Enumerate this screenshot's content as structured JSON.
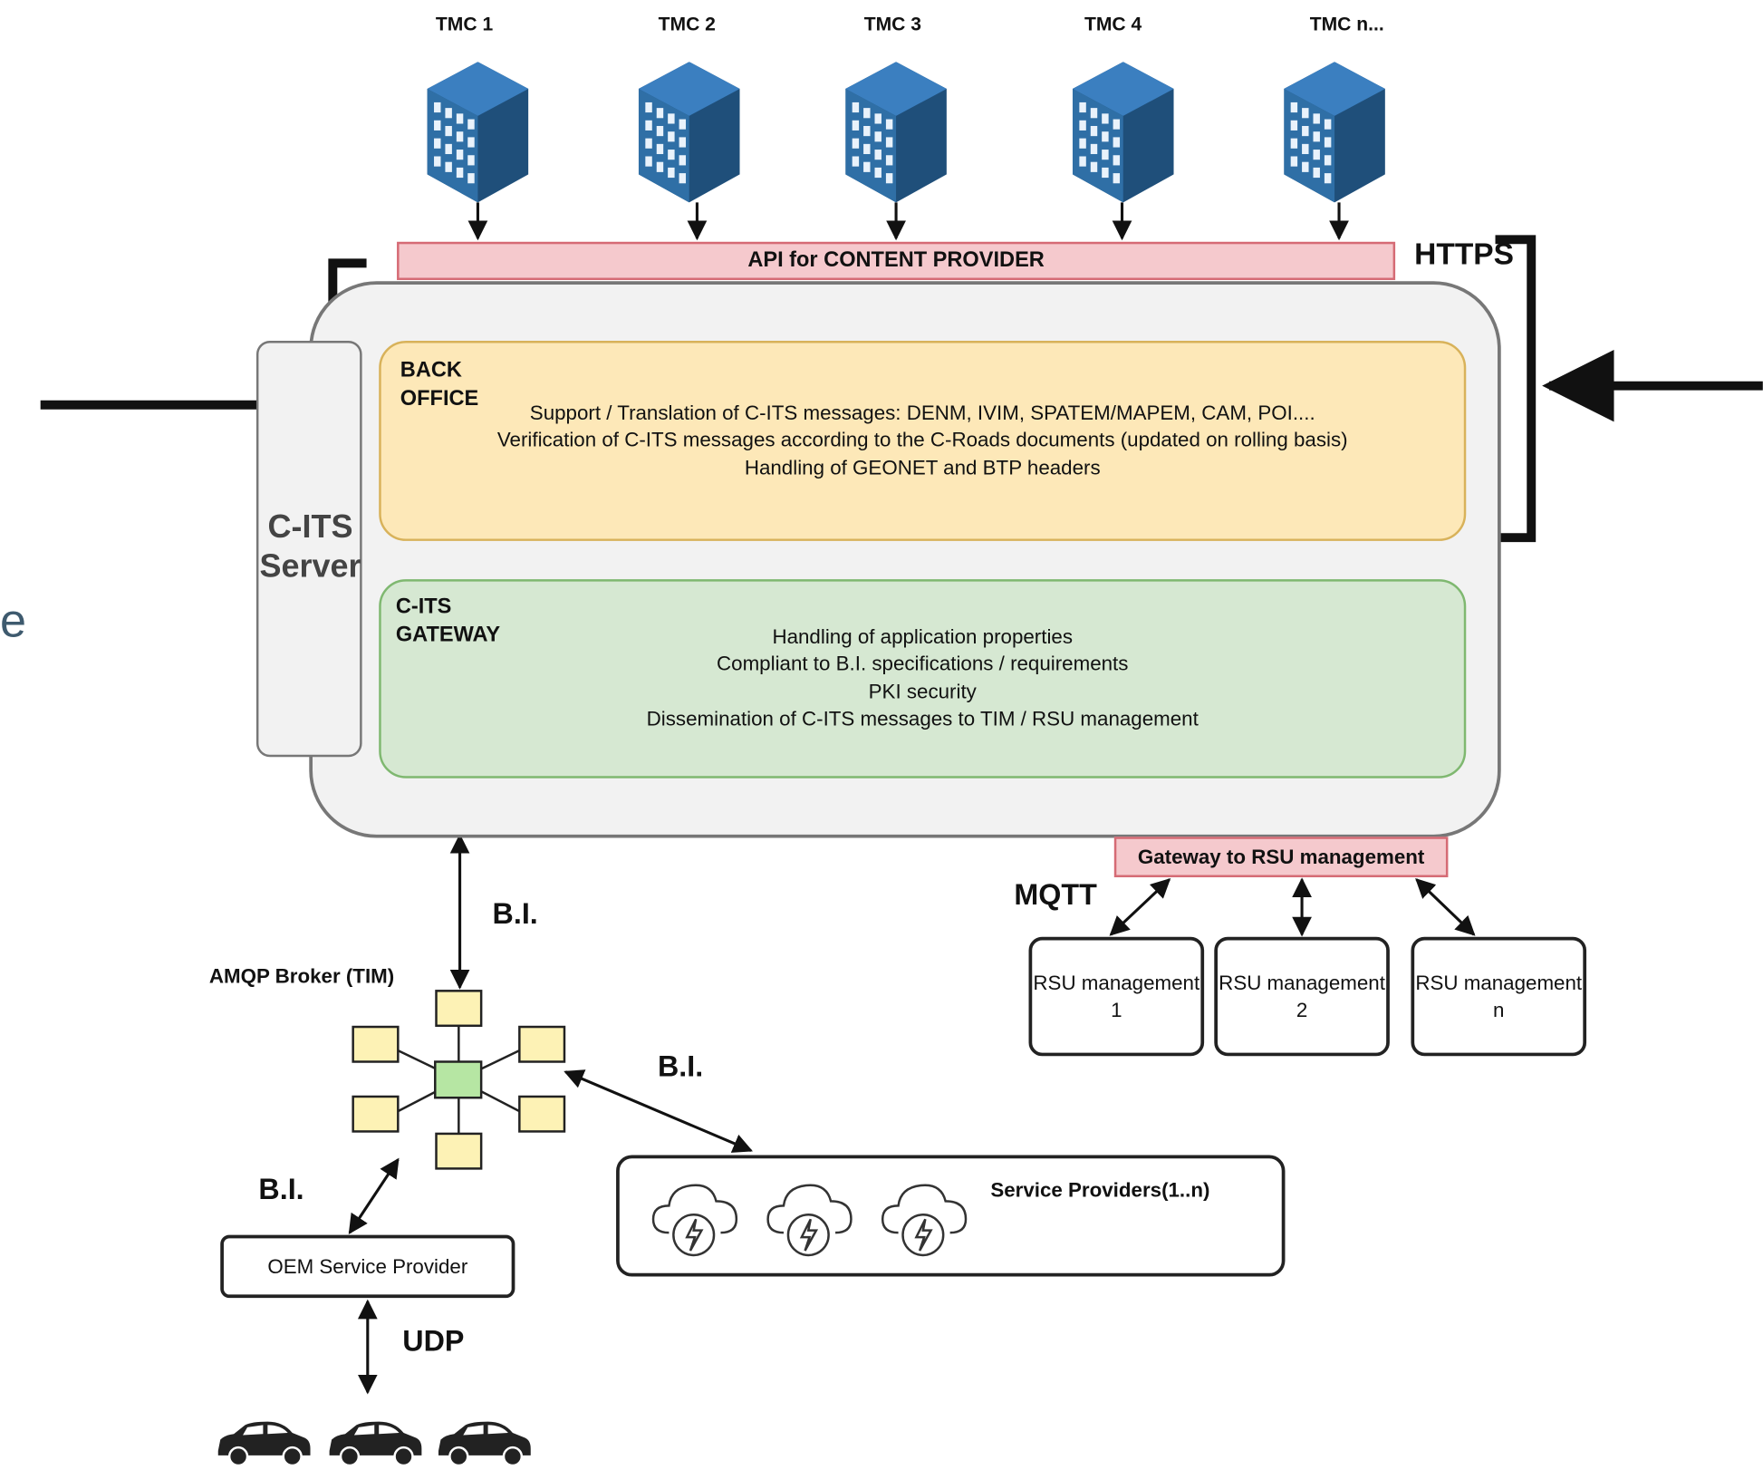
{
  "tmcs": [
    "TMC 1",
    "TMC 2",
    "TMC 3",
    "TMC 4",
    "TMC n..."
  ],
  "api_bar": "API for CONTENT PROVIDER",
  "https_label": "HTTPS",
  "server_label": "C-ITS Server",
  "back_office": {
    "title": "BACK OFFICE",
    "lines": [
      "Support / Translation of C-ITS messages: DENM, IVIM, SPATEM/MAPEM, CAM, POI....",
      "Verification of C-ITS messages according to the C-Roads documents (updated on rolling basis)",
      "Handling of GEONET and BTP headers"
    ]
  },
  "gateway": {
    "title": "C-ITS GATEWAY",
    "lines": [
      "Handling of application properties",
      "Compliant to B.I. specifications / requirements",
      "PKI security",
      "Dissemination of C-ITS messages to TIM / RSU management"
    ]
  },
  "rsu_gateway": "Gateway to RSU management",
  "mqtt_label": "MQTT",
  "rsu_boxes": [
    "RSU management 1",
    "RSU management 2",
    "RSU management n"
  ],
  "bi_label_top": "B.I.",
  "bi_label_right": "B.I.",
  "bi_label_left": "B.I.",
  "amqp_label": "AMQP Broker (TIM)",
  "service_providers": "Service Providers(1..n)",
  "oem_provider": "OEM Service Provider",
  "udp_label": "UDP",
  "edge_fragment": "e",
  "colors": {
    "api_fill": "#f5c9cd",
    "back_office_fill": "#fde8b8",
    "gateway_fill": "#d6e8d2",
    "broker_node_fill": "#fdf2b5",
    "broker_hub_fill": "#b6e6a3",
    "building": "#2f6fa6"
  }
}
